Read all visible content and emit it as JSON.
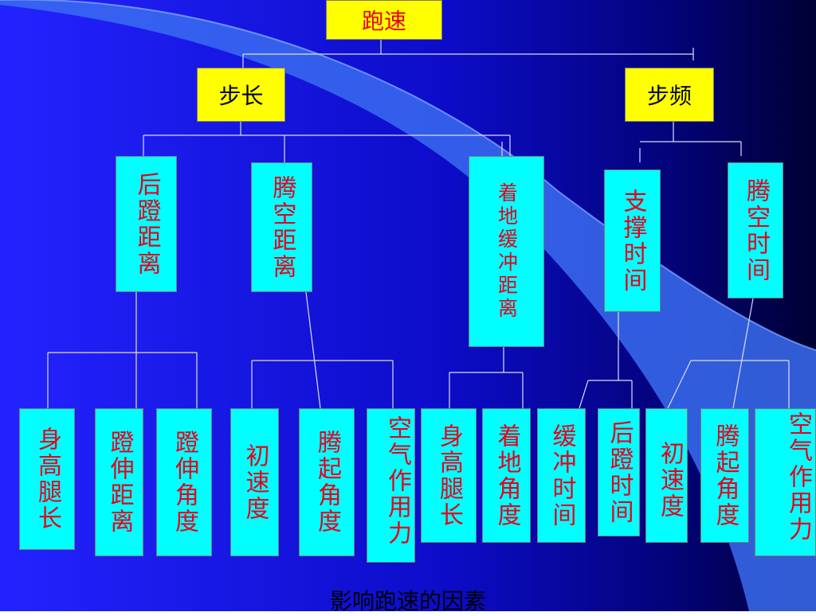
{
  "colors": {
    "background_start": "#2020ff",
    "background_end": "#000044",
    "level_box": "#ffff00",
    "factor_box": "#00ffff",
    "text_red": "#e8001c",
    "connector": "#dcdcff"
  },
  "root": {
    "label": "跑速"
  },
  "level1": {
    "stride_length": "步长",
    "stride_frequency": "步频"
  },
  "level2": {
    "push_off_distance": "后蹬距离",
    "flight_distance": "腾空距离",
    "landing_buffer_distance": "着地缓冲距离",
    "support_time": "支撑时间",
    "flight_time": "腾空时间"
  },
  "level3": [
    "身高腿长",
    "蹬伸距离",
    "蹬伸角度",
    "初速度",
    "腾起角度",
    "空气作用力",
    "身高腿长",
    "着地角度",
    "缓冲时间",
    "后蹬时间",
    "初速度",
    "腾起角度",
    "空气作用力"
  ],
  "caption": "影响跑速的因素"
}
